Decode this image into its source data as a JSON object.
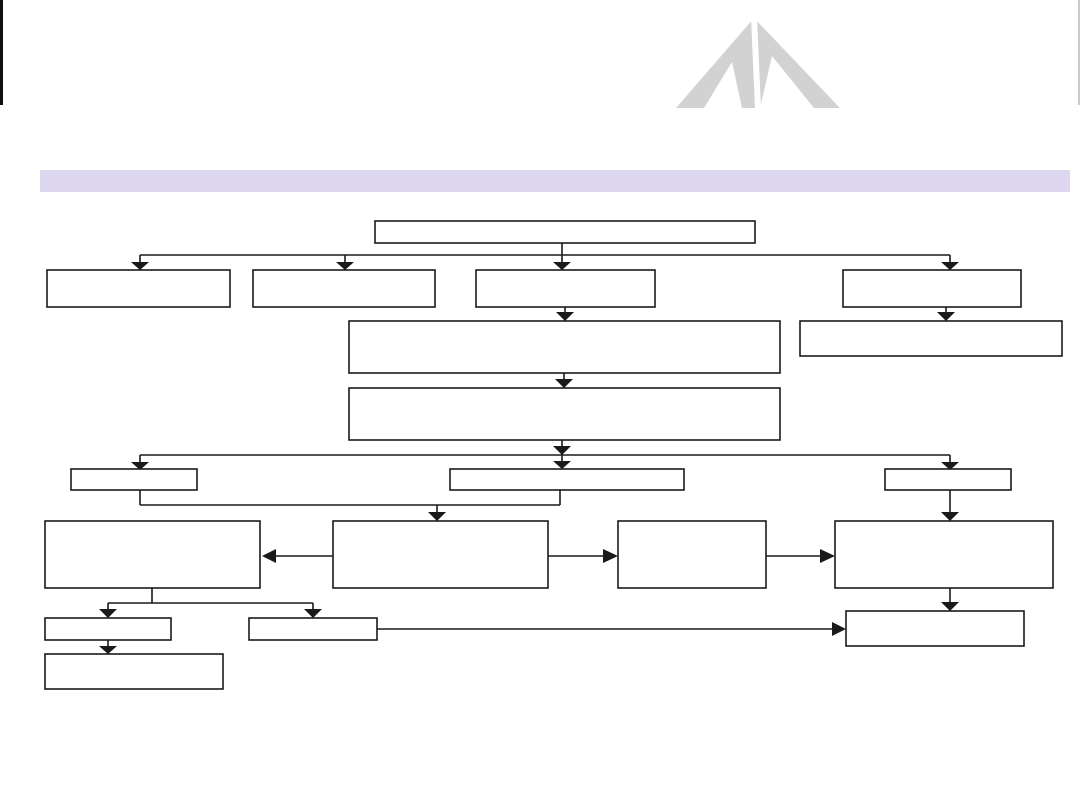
{
  "colors": {
    "header_band": "#dcd6ef",
    "logo": "#d2d2d2",
    "stroke": "#1a1a1a"
  },
  "logo": {
    "icon": "leaf-logo-icon"
  },
  "flowchart": {
    "boxes": [
      {
        "id": "root",
        "label": ""
      },
      {
        "id": "branch-1",
        "label": ""
      },
      {
        "id": "branch-2",
        "label": ""
      },
      {
        "id": "branch-3",
        "label": ""
      },
      {
        "id": "branch-4",
        "label": ""
      },
      {
        "id": "branch-4-result",
        "label": ""
      },
      {
        "id": "step-a",
        "label": ""
      },
      {
        "id": "step-b",
        "label": ""
      },
      {
        "id": "option-left",
        "label": ""
      },
      {
        "id": "option-center",
        "label": ""
      },
      {
        "id": "option-right",
        "label": ""
      },
      {
        "id": "outcome-left",
        "label": ""
      },
      {
        "id": "outcome-center",
        "label": ""
      },
      {
        "id": "outcome-middle",
        "label": ""
      },
      {
        "id": "outcome-right",
        "label": ""
      },
      {
        "id": "sub-left-1",
        "label": ""
      },
      {
        "id": "sub-left-2",
        "label": ""
      },
      {
        "id": "sub-left-1-result",
        "label": ""
      },
      {
        "id": "final-right",
        "label": ""
      }
    ]
  }
}
